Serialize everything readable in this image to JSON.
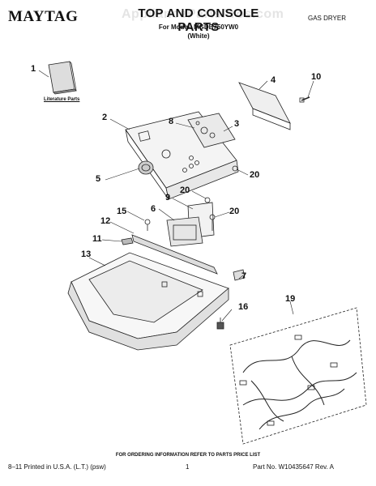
{
  "header": {
    "brand": "MAYTAG",
    "title": "TOP AND CONSOLE PARTS",
    "model_line": "For Model: MGDB750YW0",
    "color_line": "(White)",
    "product_type": "GAS DRYER",
    "watermark": "AppliancePartsPros.com"
  },
  "literature_label": "Literature Parts",
  "callouts": {
    "c1": "1",
    "c2": "2",
    "c3": "3",
    "c4": "4",
    "c5": "5",
    "c6": "6",
    "c7": "7",
    "c8": "8",
    "c9": "9",
    "c10": "10",
    "c11": "11",
    "c12": "12",
    "c13": "13",
    "c15": "15",
    "c16": "16",
    "c19": "19",
    "c20a": "20",
    "c20b": "20",
    "c20c": "20"
  },
  "footer": {
    "ordering_note": "FOR ORDERING INFORMATION REFER TO PARTS PRICE LIST",
    "printed": "8–11 Printed in U.S.A. (L.T.) (psw)",
    "page": "1",
    "part_number": "Part No. W10435647 Rev. A"
  }
}
